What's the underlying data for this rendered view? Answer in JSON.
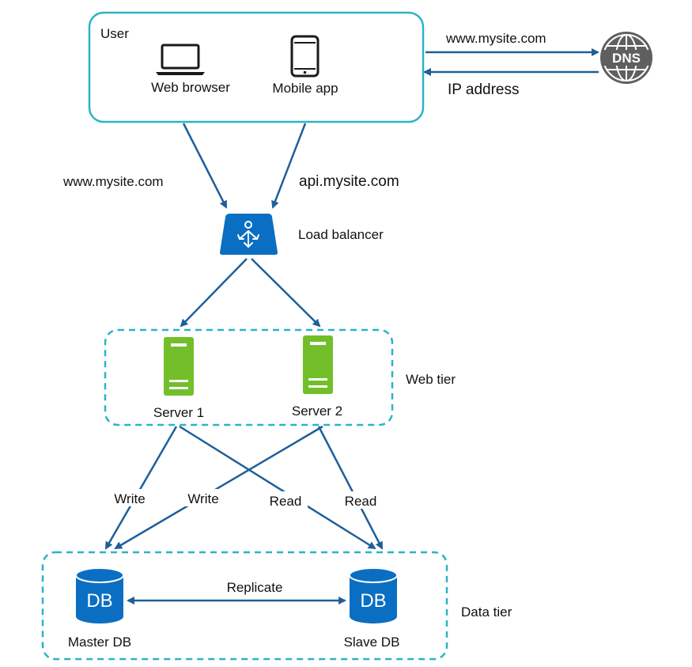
{
  "user_box": {
    "title": "User",
    "web_browser": "Web browser",
    "mobile_app": "Mobile app"
  },
  "dns": {
    "icon_label": "DNS",
    "request_label": "www.mysite.com",
    "response_label": "IP address"
  },
  "entry_labels": {
    "web": "www.mysite.com",
    "api": "api.mysite.com"
  },
  "load_balancer": {
    "label": "Load balancer"
  },
  "web_tier": {
    "label": "Web tier",
    "servers": [
      "Server 1",
      "Server 2"
    ]
  },
  "flows": {
    "write_1": "Write",
    "write_2": "Write",
    "read_1": "Read",
    "read_2": "Read",
    "replicate": "Replicate"
  },
  "data_tier": {
    "label": "Data tier",
    "master": {
      "icon_label": "DB",
      "label": "Master DB"
    },
    "slave": {
      "icon_label": "DB",
      "label": "Slave DB"
    }
  },
  "colors": {
    "arrow": "#1f5f99",
    "user_border": "#2bb3c8",
    "tier_border": "#2bb3c8",
    "load_balancer": "#0a6fc2",
    "server": "#72bf2a",
    "database": "#0a6fc2",
    "dns": "#5f5f5f"
  },
  "icons": [
    "laptop-icon",
    "mobile-phone-icon",
    "globe-dns-icon",
    "load-balancer-icon",
    "server-icon",
    "database-icon"
  ]
}
